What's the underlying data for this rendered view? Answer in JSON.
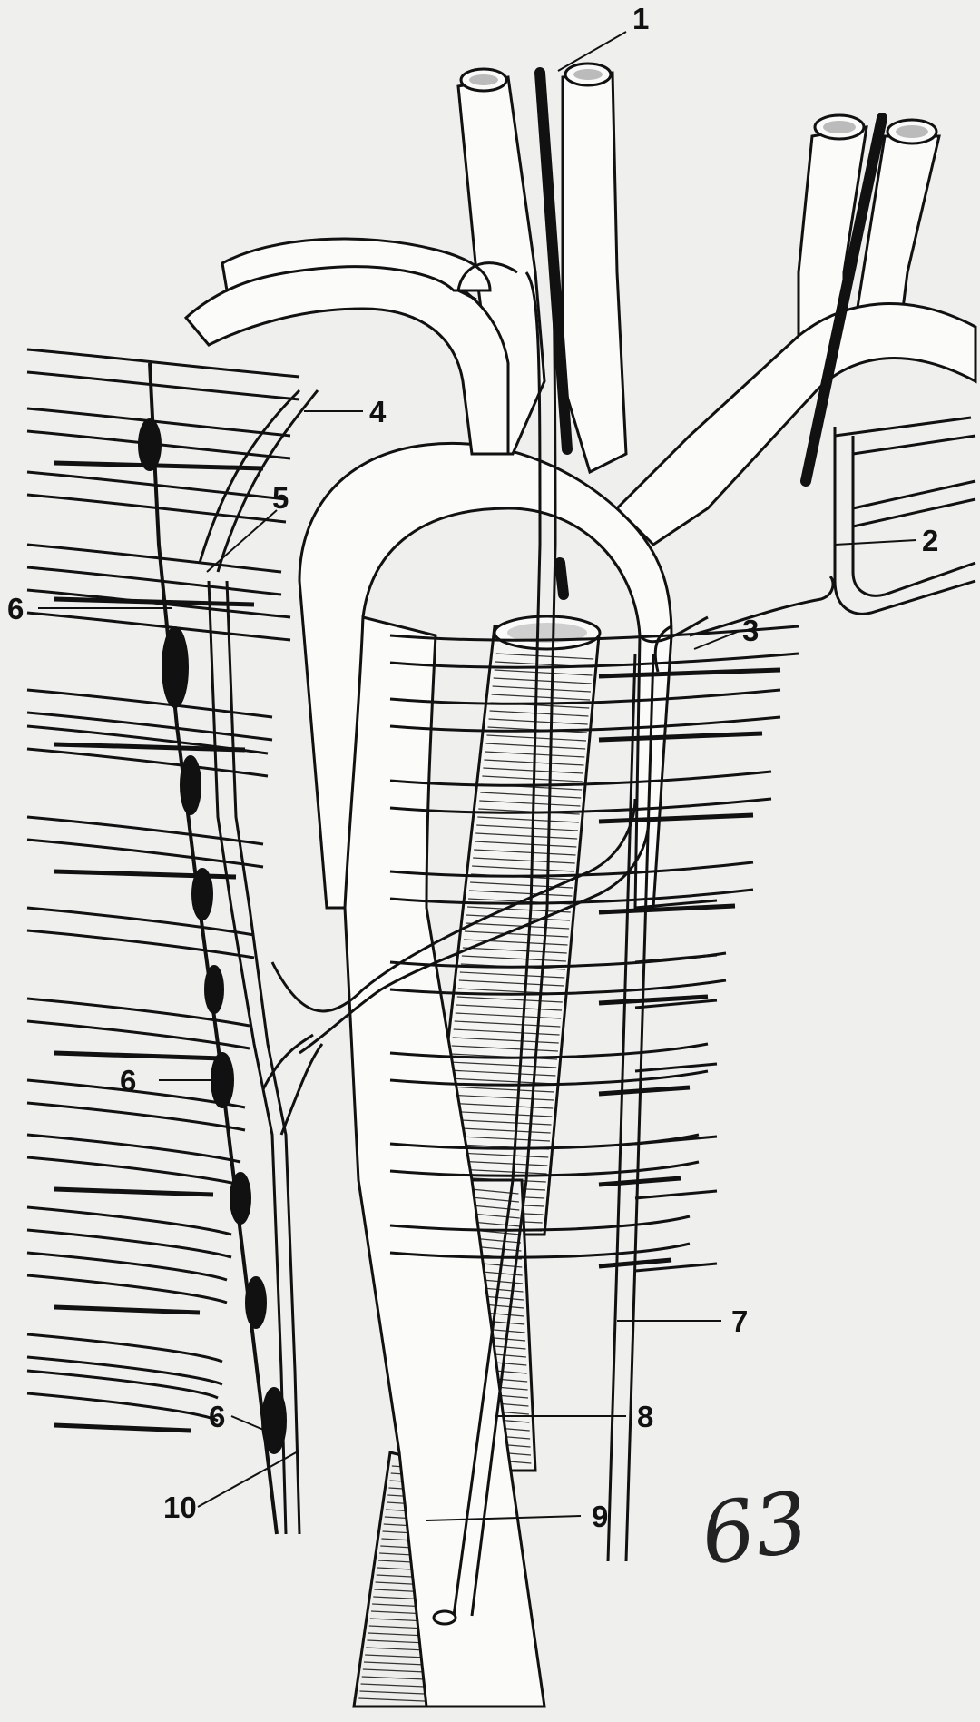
{
  "labels": {
    "l1": "1",
    "l2": "2",
    "l3": "3",
    "l4": "4",
    "l5": "5",
    "l6a": "6",
    "l6b": "6",
    "l6c": "6",
    "l7": "7",
    "l8": "8",
    "l9": "9",
    "l10": "10"
  },
  "page_number": "63",
  "colors": {
    "paper": "#efefed",
    "ink": "#111111",
    "vessel_fill": "#fbfbf9"
  }
}
